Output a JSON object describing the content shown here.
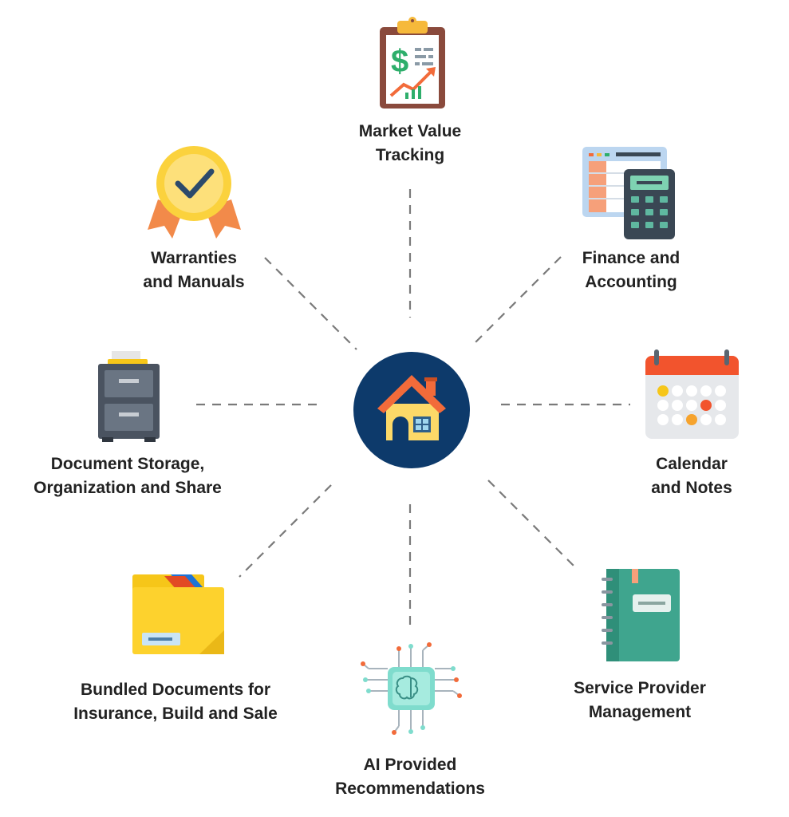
{
  "center": {
    "icon": "house-icon",
    "bg_color": "#0d3a6b"
  },
  "features": [
    {
      "key": "market",
      "icon": "clipboard-chart-icon",
      "lines": [
        "Market Value",
        "Tracking"
      ]
    },
    {
      "key": "finance",
      "icon": "calculator-spreadsheet-icon",
      "lines": [
        "Finance and",
        "Accounting"
      ]
    },
    {
      "key": "calendar",
      "icon": "calendar-icon",
      "lines": [
        "Calendar",
        "and Notes"
      ]
    },
    {
      "key": "service",
      "icon": "notebook-icon",
      "lines": [
        "Service Provider",
        "Management"
      ]
    },
    {
      "key": "ai",
      "icon": "ai-chip-brain-icon",
      "lines": [
        "AI Provided",
        "Recommendations"
      ]
    },
    {
      "key": "bundled",
      "icon": "folder-icon",
      "lines": [
        "Bundled Documents for",
        "Insurance, Build and Sale"
      ]
    },
    {
      "key": "storage",
      "icon": "filing-cabinet-icon",
      "lines": [
        "Document Storage,",
        "Organization and Share"
      ]
    },
    {
      "key": "warranties",
      "icon": "award-badge-icon",
      "lines": [
        "Warranties",
        "and Manuals"
      ]
    }
  ],
  "colors": {
    "line": "#7a7a7a",
    "text": "#222222"
  }
}
